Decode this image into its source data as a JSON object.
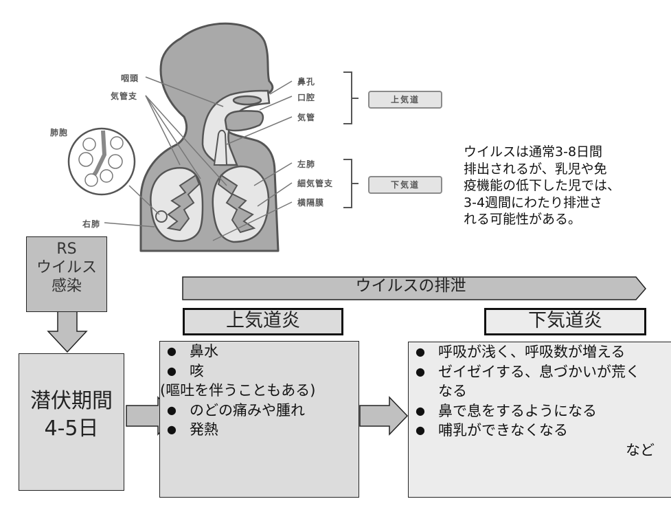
{
  "anatomy": {
    "labels": {
      "pharynx": "咽頭",
      "bronchi": "気管支",
      "alveoli": "肺胞",
      "right_lung": "右肺",
      "nostril": "鼻孔",
      "oral_cavity": "口腔",
      "trachea": "気管",
      "left_lung": "左肺",
      "bronchioles": "細気管支",
      "diaphragm": "横隔膜"
    },
    "tags": {
      "upper_airway": "上気道",
      "lower_airway": "下気道"
    }
  },
  "note": {
    "lines": [
      "ウイルスは通常3-8日間",
      "排出されるが、乳児や免",
      "疫機能の低下した児では、",
      "3-4週間にわたり排泄さ",
      "れる可能性がある。"
    ]
  },
  "flow": {
    "infection": {
      "lines": [
        "RS",
        "ウイルス",
        "感染"
      ]
    },
    "incubation": {
      "lines": [
        "潜伏期間",
        "4-5日"
      ]
    },
    "shedding_label": "ウイルスの排泄",
    "upper_header": "上気道炎",
    "lower_header": "下気道炎",
    "bullet_glyph": "●",
    "upper_symptoms": [
      {
        "bullet": true,
        "text": "鼻水"
      },
      {
        "bullet": true,
        "text": "咳"
      },
      {
        "bullet": false,
        "text": "(嘔吐を伴うこともある)"
      },
      {
        "bullet": true,
        "text": "のどの痛みや腫れ"
      },
      {
        "bullet": true,
        "text": "発熱"
      }
    ],
    "lower_symptoms": [
      {
        "bullet": true,
        "text": "呼吸が浅く、呼吸数が増える"
      },
      {
        "bullet": true,
        "text": "ゼイゼイする、息づかいが荒くなる"
      },
      {
        "bullet": true,
        "text": "鼻で息をするようになる"
      },
      {
        "bullet": true,
        "text": "哺乳ができなくなる"
      }
    ],
    "lower_suffix": "など"
  },
  "colors": {
    "box_dark": "#c0c0c0",
    "box_mid": "#dcdcdc",
    "box_light": "#ececec",
    "anatomy_fill": "#a8a8a8",
    "anatomy_stroke": "#555555"
  }
}
